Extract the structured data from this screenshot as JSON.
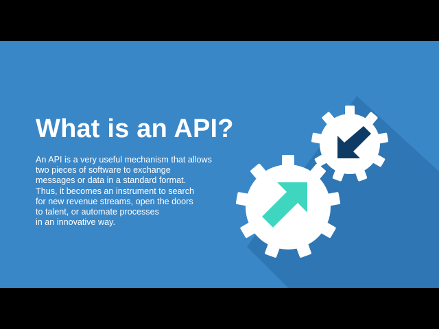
{
  "slide": {
    "title": "What is an API?",
    "body_lines": [
      "An API is a very useful mechanism that allows",
      "two pieces of software to exchange",
      "messages or data in a standard format.",
      "Thus, it becomes an instrument to search",
      "for new revenue streams, open the doors",
      "to talent, or automate processes",
      "in an innovative way."
    ]
  },
  "icons": {
    "big_gear": "gear-icon",
    "big_arrow": "arrow-up-right-icon",
    "small_gear": "gear-icon",
    "small_arrow": "arrow-down-left-icon"
  },
  "colors": {
    "background": "#3a87c8",
    "letterbox": "#000000",
    "text": "#ffffff",
    "gear": "#ffffff",
    "arrow_teal": "#3fd6c0",
    "arrow_navy": "#0e3a66",
    "shadow": "#2f76b4"
  }
}
